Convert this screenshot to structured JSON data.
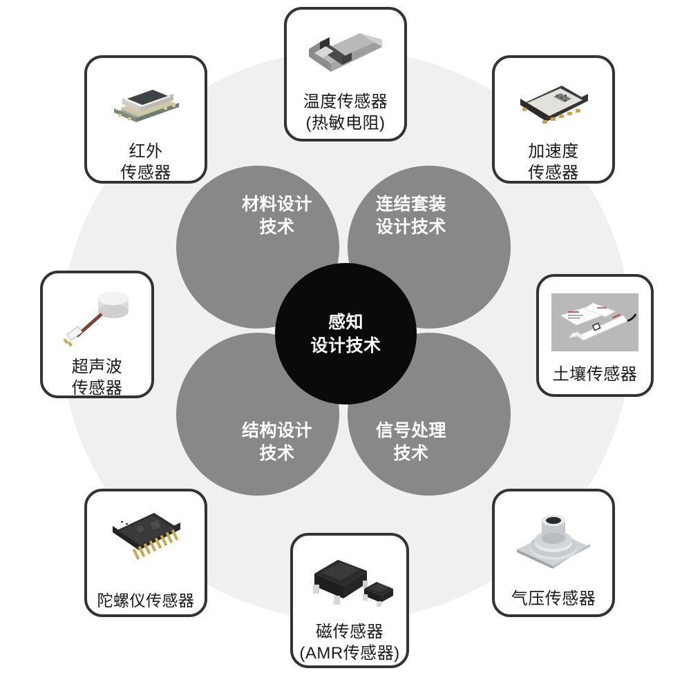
{
  "diagram": {
    "core": {
      "line1": "感知",
      "line2": "设计技术"
    },
    "petals": [
      {
        "id": "material-design",
        "line1": "材料设计",
        "line2": "技术"
      },
      {
        "id": "connection-package-design",
        "line1": "连结套装",
        "line2": "设计技术"
      },
      {
        "id": "structural-design",
        "line1": "结构设计",
        "line2": "技术"
      },
      {
        "id": "signal-processing",
        "line1": "信号处理",
        "line2": "技术"
      }
    ],
    "colors": {
      "core_fill": "#0a0a0a",
      "petal_fill": "#888888",
      "backdrop_fill": "#f0f0f0",
      "card_border": "#333333",
      "card_fill": "#ffffff",
      "text_dark": "#1a1a1a",
      "text_light": "#ffffff"
    }
  },
  "cards": {
    "infrared": {
      "icon": "infrared-sensor-image",
      "line1": "红外",
      "line2": "传感器"
    },
    "temperature": {
      "icon": "thermistor-chip-image",
      "line1": "温度传感器",
      "line2": "(热敏电阻)"
    },
    "accelerometer": {
      "icon": "accelerometer-chip-image",
      "line1": "加速度",
      "line2": "传感器"
    },
    "ultrasonic": {
      "icon": "ultrasonic-sensor-image",
      "line1": "超声波",
      "line2": "传感器"
    },
    "soil": {
      "icon": "soil-sensor-image",
      "line1": "土壤传感器",
      "line2": ""
    },
    "gyroscope": {
      "icon": "gyroscope-chip-image",
      "line1": "陀螺仪传感器",
      "line2": ""
    },
    "magnetic": {
      "icon": "amr-magnetic-chip-image",
      "line1": "磁传感器",
      "line2": "(AMR传感器)"
    },
    "pressure": {
      "icon": "pressure-sensor-image",
      "line1": "气压传感器",
      "line2": ""
    }
  }
}
